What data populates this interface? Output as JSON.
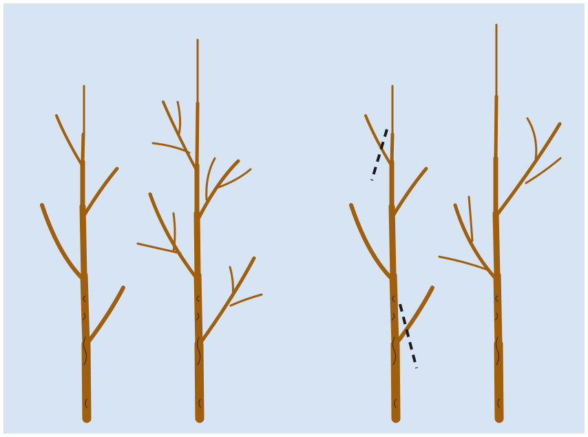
{
  "figure": {
    "background_color": "#d6e4f3",
    "trunk_color": "#a05f0c",
    "bark_detail_color": "#4a2a05",
    "cut_line_color": "#1a1a1a",
    "trees": [
      {
        "id": "tree-1",
        "state": "unpruned"
      },
      {
        "id": "tree-2",
        "state": "unpruned"
      },
      {
        "id": "tree-3",
        "state": "marked for pruning"
      },
      {
        "id": "tree-4",
        "state": "pruned"
      }
    ]
  }
}
